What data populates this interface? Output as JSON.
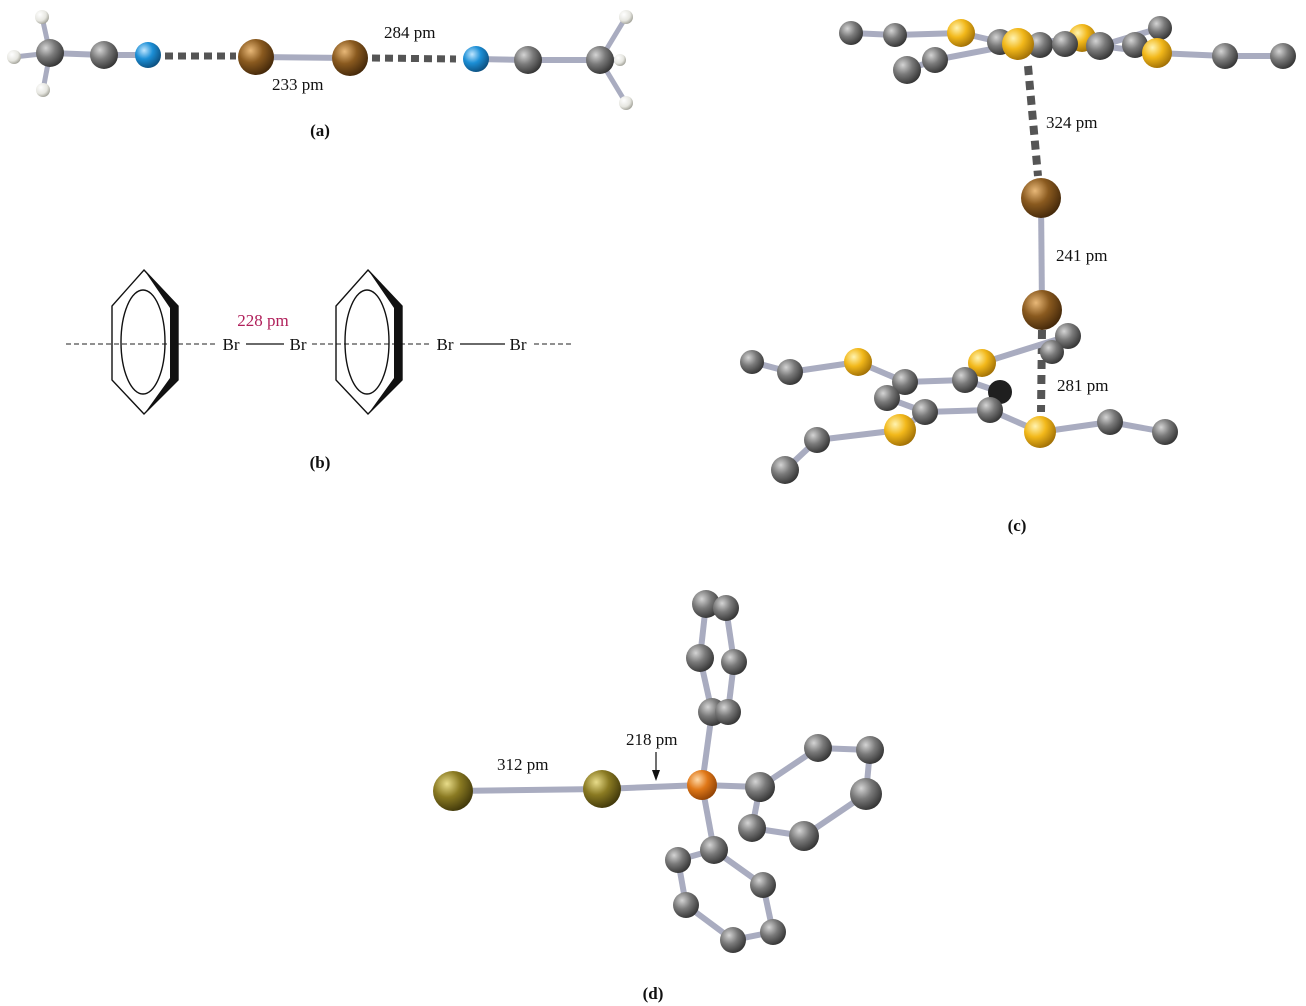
{
  "figure": {
    "panel_a": {
      "label": "(a)",
      "dist_halogen_bond": "233 pm",
      "dist_contact": "284 pm"
    },
    "panel_b": {
      "label": "(b)",
      "dist_halogen_bond": "228 pm",
      "atom_left_1": "Br",
      "atom_left_2": "Br",
      "atom_right_1": "Br",
      "atom_right_2": "Br"
    },
    "panel_c": {
      "label": "(c)",
      "dist_upper_contact": "324 pm",
      "dist_halogen_bond": "241 pm",
      "dist_lower_contact": "281 pm"
    },
    "panel_d": {
      "label": "(d)",
      "dist_halogen_halogen": "312 pm",
      "dist_halogen_p": "218 pm"
    }
  },
  "colors": {
    "carbon": "#6e6e6e",
    "hydrogen": "#eeeeee",
    "nitrogen": "#1c8fd6",
    "bromine": "#8a5a1f",
    "sulfur": "#f2b81a",
    "phosphorus": "#e07818",
    "iodine": "#8a7a22",
    "bond": "#a9acc0",
    "contact": "#555555",
    "accent_label": "#b01f5a"
  }
}
